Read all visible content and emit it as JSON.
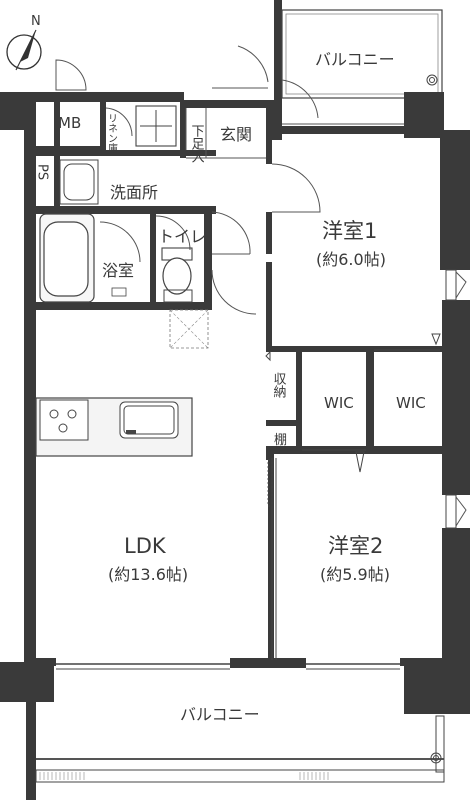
{
  "compass": {
    "north_label": "N"
  },
  "rooms": {
    "balcony_top": "バルコニー",
    "mb": "MB",
    "linen": "リネン庫",
    "shoe_box": "下足入",
    "entrance": "玄関",
    "ps": "PS",
    "washroom": "洗面所",
    "bathroom": "浴室",
    "toilet": "トイレ",
    "western1_name": "洋室1",
    "western1_size": "(約6.0帖)",
    "storage": "収納",
    "wic1": "WIC",
    "wic2": "WIC",
    "shelf": "棚",
    "ldk_name": "LDK",
    "ldk_size": "(約13.6帖)",
    "western2_name": "洋室2",
    "western2_size": "(約5.9帖)",
    "balcony_bottom": "バルコニー"
  }
}
